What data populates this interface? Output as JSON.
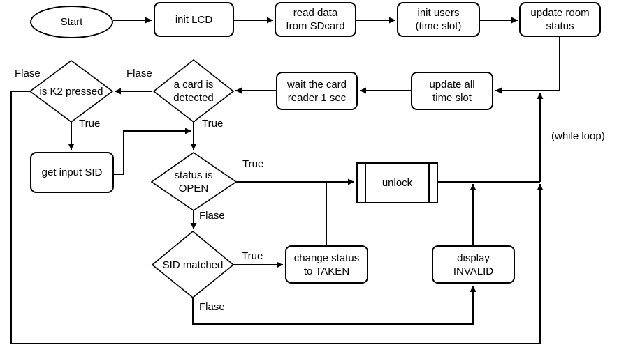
{
  "flowchart": {
    "title_hint": "card reader room lock flowchart",
    "colors": {
      "stroke": "#000000",
      "node_fill": "#ffffff",
      "text": "#000000"
    },
    "nodes": {
      "start": {
        "type": "terminator",
        "label": "Start"
      },
      "init_lcd": {
        "type": "process",
        "label": "init LCD"
      },
      "read_data": {
        "type": "process",
        "line1": "read data",
        "line2": "from SDcard"
      },
      "init_users": {
        "type": "process",
        "line1": "init users",
        "line2": "(time slot)"
      },
      "update_room": {
        "type": "process",
        "line1": "update room",
        "line2": "status"
      },
      "update_all": {
        "type": "process",
        "line1": "update all",
        "line2": "time slot"
      },
      "wait_card": {
        "type": "process",
        "line1": "wait the card",
        "line2": "reader 1 sec"
      },
      "a_card_detected": {
        "type": "decision",
        "line1": "a card is",
        "line2": "detected"
      },
      "is_k2_pressed": {
        "type": "decision",
        "label": "is K2 pressed"
      },
      "get_input_sid": {
        "type": "process",
        "label": "get input SID"
      },
      "status_open": {
        "type": "decision",
        "line1": "status is",
        "line2": "OPEN"
      },
      "unlock": {
        "type": "predefined-process",
        "label": "unlock"
      },
      "sid_matched": {
        "type": "decision",
        "label": "SID matched"
      },
      "change_status": {
        "type": "process",
        "line1": "change status",
        "line2": "to TAKEN"
      },
      "display_invalid": {
        "type": "process",
        "line1": "display",
        "line2": "INVALID"
      }
    },
    "edge_labels": {
      "k2_false": "Flase",
      "card_false": "Flase",
      "k2_true": "True",
      "card_true": "True",
      "open_true": "True",
      "open_false": "Flase",
      "sid_true": "True",
      "sid_false": "Flase",
      "while_loop": "(while loop)"
    },
    "edges": [
      {
        "from": "start",
        "to": "init_lcd"
      },
      {
        "from": "init_lcd",
        "to": "read_data"
      },
      {
        "from": "read_data",
        "to": "init_users"
      },
      {
        "from": "init_users",
        "to": "update_room"
      },
      {
        "from": "update_room",
        "to": "update_all"
      },
      {
        "from": "update_all",
        "to": "wait_card"
      },
      {
        "from": "wait_card",
        "to": "a_card_detected"
      },
      {
        "from": "a_card_detected",
        "to": "is_k2_pressed",
        "label": "Flase"
      },
      {
        "from": "a_card_detected",
        "to": "status_open",
        "label": "True"
      },
      {
        "from": "is_k2_pressed",
        "to": "get_input_sid",
        "label": "True"
      },
      {
        "from": "is_k2_pressed",
        "to": "update_all",
        "label": "Flase",
        "note": "outer loop around bottom and right"
      },
      {
        "from": "get_input_sid",
        "to": "status_open"
      },
      {
        "from": "status_open",
        "to": "unlock",
        "label": "True"
      },
      {
        "from": "status_open",
        "to": "sid_matched",
        "label": "Flase"
      },
      {
        "from": "sid_matched",
        "to": "change_status",
        "label": "True"
      },
      {
        "from": "sid_matched",
        "to": "display_invalid",
        "label": "Flase"
      },
      {
        "from": "change_status",
        "to": "unlock"
      },
      {
        "from": "display_invalid",
        "to": "update_all",
        "note": "joins while loop return"
      },
      {
        "from": "unlock",
        "to": "update_all",
        "note": "while loop return"
      }
    ]
  }
}
